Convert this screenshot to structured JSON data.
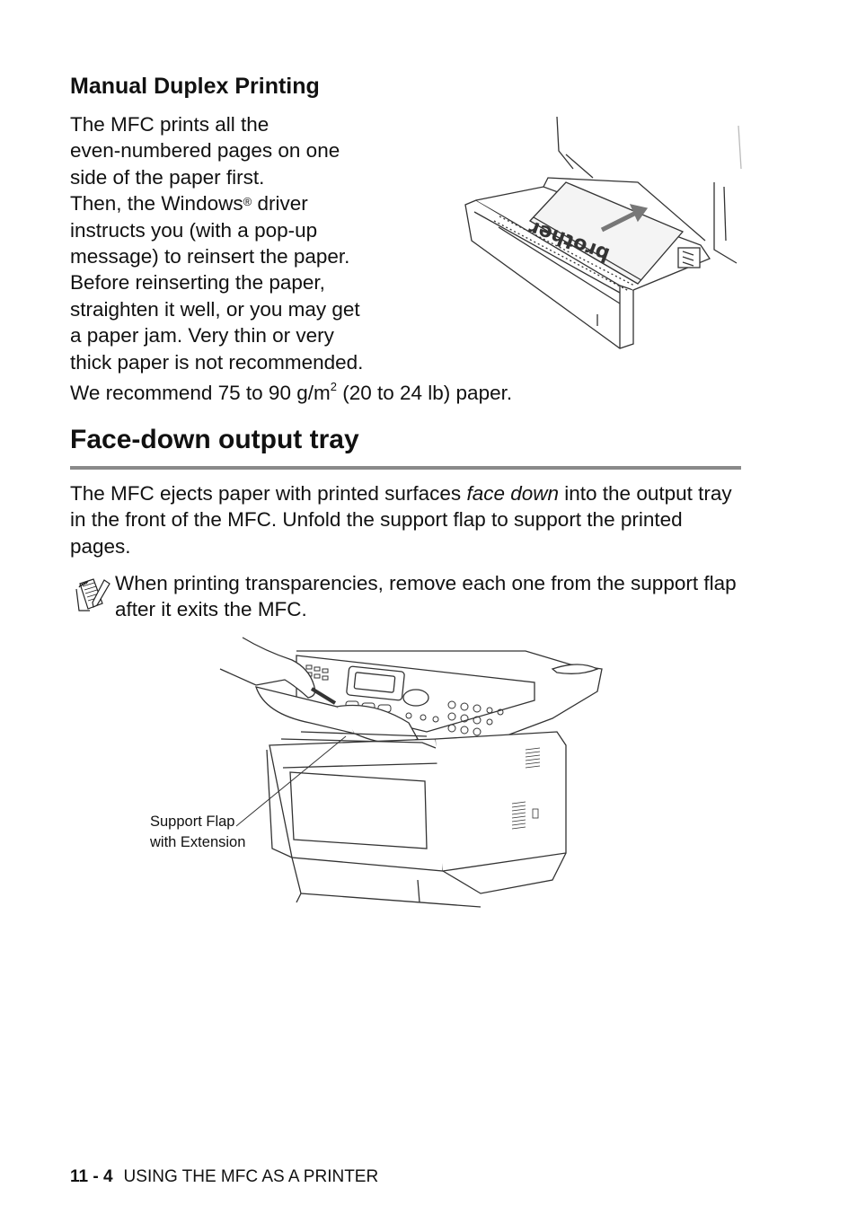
{
  "section": {
    "title": "Manual Duplex Printing",
    "lines": [
      "The MFC prints all the",
      "even-numbered pages on one",
      "side of the paper first.",
      "Then, the Windows",
      "instructs you (with a pop-up",
      "message) to reinsert the paper.",
      "Before reinserting the paper,",
      "straighten it well, or you may get",
      "a paper jam.  Very thin or very",
      "thick paper is not recommended."
    ],
    "windows_reg": "®",
    "windows_suffix": " driver",
    "recommend_prefix": "We recommend 75 to 90 g/m",
    "recommend_sup": "2",
    "recommend_suffix": " (20 to 24 lb) paper.",
    "tray_logo": "brother"
  },
  "facedown": {
    "title": "Face-down output tray",
    "body_before": "The MFC ejects paper with printed surfaces ",
    "body_italic": "face down",
    "body_after": " into the output tray in the front of the MFC. Unfold the support flap to support the printed pages.",
    "note": "When printing transparencies, remove each one from the support flap after it exits the MFC.",
    "callout_line1": "Support Flap",
    "callout_line2": "with Extension"
  },
  "footer": {
    "page": "11 - 4",
    "chapter": "USING THE MFC AS A PRINTER"
  }
}
